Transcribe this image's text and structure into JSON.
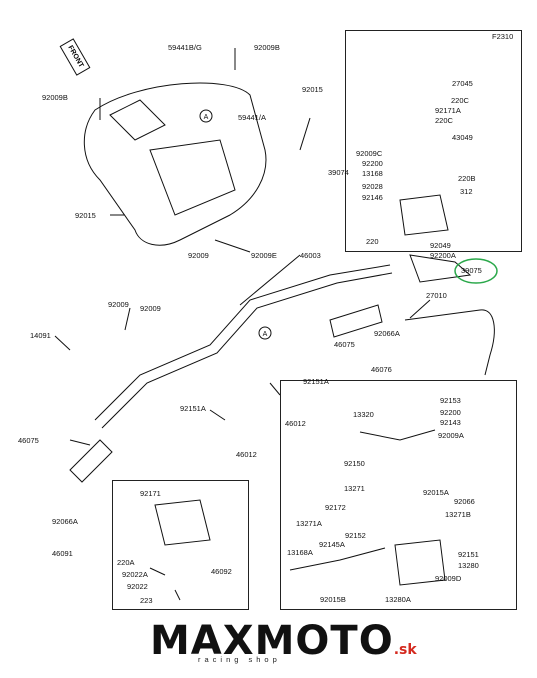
{
  "diagram_code": "F2310",
  "front_label": "FRONT",
  "highlight_color": "#2aa84a",
  "brand": {
    "logo_main": "MAXMOTO",
    "logo_tld": ".sk",
    "tagline": "racing shop",
    "accent_color": "#d42a1f"
  },
  "part_labels": [
    "59441B/G",
    "92009B",
    "92009B",
    "92015",
    "59441/A",
    "92015",
    "92009",
    "92009E",
    "46003",
    "27045",
    "220C",
    "92171A",
    "220C",
    "43049",
    "92009C",
    "92200",
    "13168",
    "92028",
    "92146",
    "220B",
    "312",
    "39074",
    "220",
    "92049",
    "92200A",
    "39075",
    "27010",
    "92009",
    "92009",
    "14091",
    "46075",
    "92066A",
    "46075",
    "46076",
    "92151A",
    "92151A",
    "46012",
    "46012",
    "92153",
    "92200",
    "92143",
    "92009A",
    "13320",
    "92150",
    "13271",
    "92015A",
    "92066",
    "13271B",
    "92171",
    "13271A",
    "92172",
    "92152",
    "92145A",
    "13168A",
    "92151",
    "13280",
    "92009D",
    "92015B",
    "13280A",
    "46075",
    "92066A",
    "46091",
    "220A",
    "92022A",
    "92022",
    "223",
    "46092"
  ]
}
